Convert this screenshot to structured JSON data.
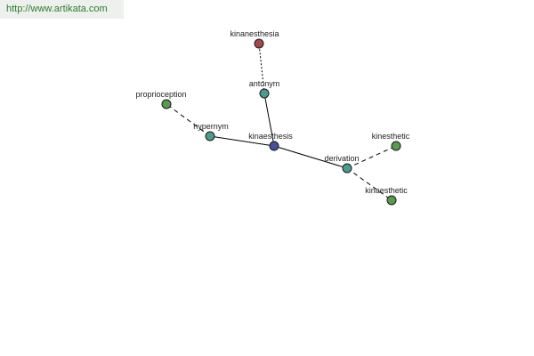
{
  "watermark": {
    "text": "http://www.artikata.com"
  },
  "graph": {
    "nodes": {
      "kinaesthesis": {
        "label": "kinaesthesis",
        "color": "#4a4f9a"
      },
      "antonym": {
        "label": "antonym",
        "color": "#4f9a8f"
      },
      "hypernym": {
        "label": "hypernym",
        "color": "#4f9a8f"
      },
      "derivation": {
        "label": "derivation",
        "color": "#4f9a8f"
      },
      "kinanesthesia": {
        "label": "kinanesthesia",
        "color": "#a04a4a"
      },
      "proprioception": {
        "label": "proprioception",
        "color": "#5a9a4f"
      },
      "kinesthetic": {
        "label": "kinesthetic",
        "color": "#5a9a4f"
      },
      "kinaesthetic": {
        "label": "kinaesthetic",
        "color": "#5a9a4f"
      }
    },
    "edges": [
      {
        "from": "kinaesthesis",
        "to": "antonym",
        "style": "solid"
      },
      {
        "from": "kinaesthesis",
        "to": "hypernym",
        "style": "solid"
      },
      {
        "from": "kinaesthesis",
        "to": "derivation",
        "style": "solid"
      },
      {
        "from": "antonym",
        "to": "kinanesthesia",
        "style": "dotted"
      },
      {
        "from": "hypernym",
        "to": "proprioception",
        "style": "dashed"
      },
      {
        "from": "derivation",
        "to": "kinesthetic",
        "style": "dashed"
      },
      {
        "from": "derivation",
        "to": "kinaesthetic",
        "style": "dashed"
      }
    ]
  }
}
